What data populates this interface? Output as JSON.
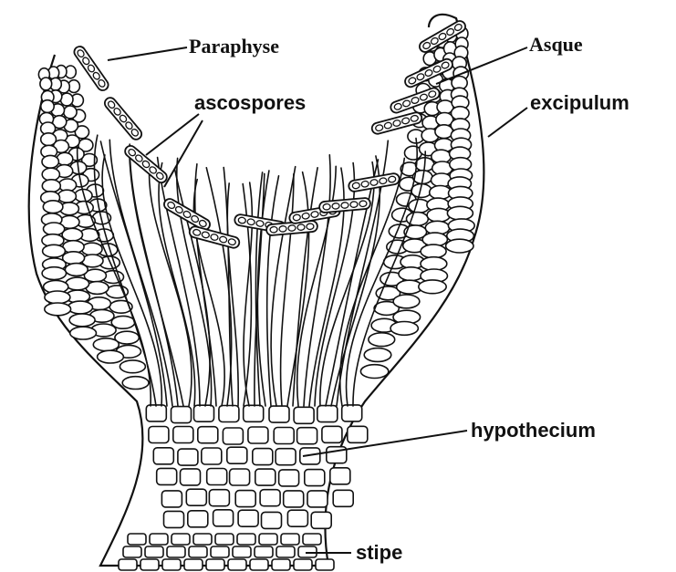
{
  "figure": {
    "labels": {
      "paraphyse": "Paraphyse",
      "asque": "Asque",
      "ascospores": "ascospores",
      "excipulum": "excipulum",
      "hypothecium": "hypothecium",
      "stipe": "stipe"
    }
  }
}
